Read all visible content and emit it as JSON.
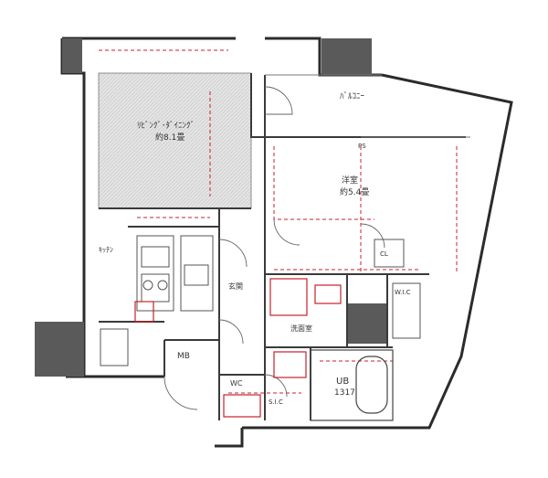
{
  "rooms": {
    "ldk": {
      "name": "ﾘﾋﾞﾝｸﾞ･ﾀﾞｲﾆﾝｸﾞ",
      "size": "約8.1畳"
    },
    "bedroom": {
      "name": "洋室",
      "size": "約5.4畳"
    },
    "balcony": {
      "name": "ﾊﾞﾙｺﾆｰ"
    },
    "kitchen": {
      "name": "ｷｯﾁﾝ"
    },
    "entrance": {
      "name": "玄関"
    },
    "washroom": {
      "name": "洗面室"
    },
    "bath": {
      "name": "UB",
      "size": "1317"
    },
    "ps": {
      "name": "PS"
    },
    "mb": {
      "name": "MB"
    },
    "wic": {
      "name": "W.I.C"
    },
    "closet": {
      "name": "CL"
    },
    "sic": {
      "name": "S.I.C"
    },
    "toilet": {
      "name": "WC"
    }
  },
  "colors": {
    "wall": "#2b2b2b",
    "fixture": "#555555",
    "annotation": "#c8202c",
    "floor_hatch": "#dedede",
    "dark_block": "#5a5a5a"
  }
}
